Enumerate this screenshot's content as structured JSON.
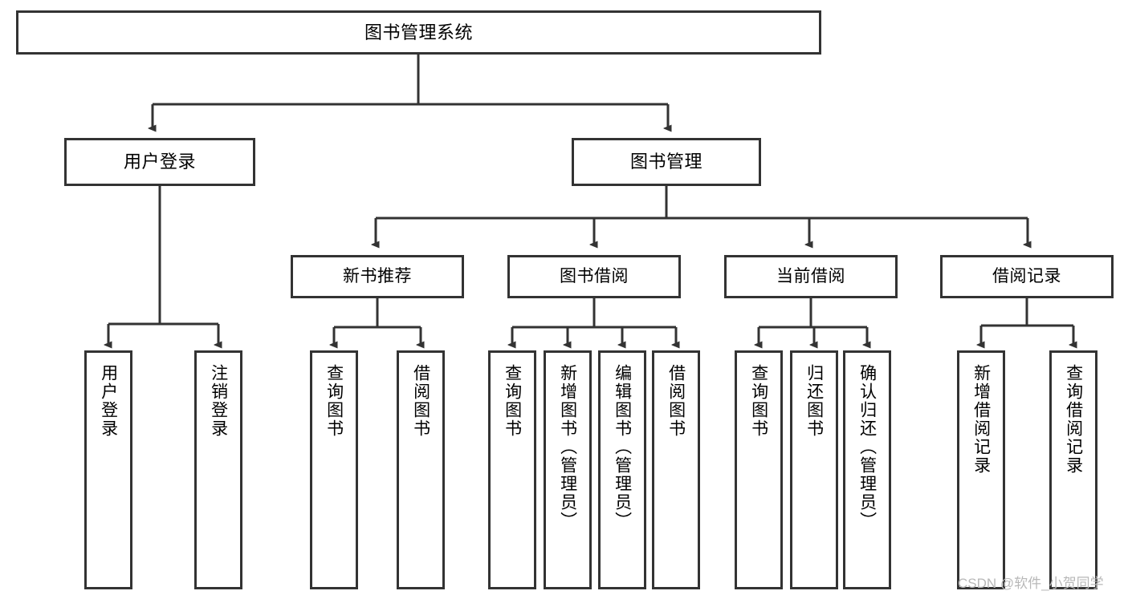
{
  "diagram": {
    "type": "tree",
    "orientation": "top-down",
    "title": "图书管理系统",
    "stroke_color": "#333333",
    "fill_color": "#ffffff",
    "text_color": "#000000",
    "nodes": {
      "root": {
        "label": "图书管理系统"
      },
      "level2": [
        {
          "id": "user-login",
          "label": "用户登录"
        },
        {
          "id": "book-management",
          "label": "图书管理"
        }
      ],
      "level3": [
        {
          "id": "new-book-recommend",
          "label": "新书推荐"
        },
        {
          "id": "book-borrow",
          "label": "图书借阅"
        },
        {
          "id": "current-borrow",
          "label": "当前借阅"
        },
        {
          "id": "borrow-record",
          "label": "借阅记录"
        }
      ],
      "leaves": {
        "user_login": [
          {
            "id": "leaf-user-login",
            "label": "用户登录"
          },
          {
            "id": "leaf-logout-login",
            "label": "注销登录"
          }
        ],
        "new_book_recommend": [
          {
            "id": "leaf-query-book-1",
            "label": "查询图书"
          },
          {
            "id": "leaf-borrow-book-1",
            "label": "借阅图书"
          }
        ],
        "book_borrow": [
          {
            "id": "leaf-query-book-2",
            "label": "查询图书"
          },
          {
            "id": "leaf-add-book",
            "label": "新增图书（管理员）"
          },
          {
            "id": "leaf-edit-book",
            "label": "编辑图书（管理员）"
          },
          {
            "id": "leaf-borrow-book-2",
            "label": "借阅图书"
          }
        ],
        "current_borrow": [
          {
            "id": "leaf-query-book-3",
            "label": "查询图书"
          },
          {
            "id": "leaf-return-book",
            "label": "归还图书"
          },
          {
            "id": "leaf-confirm-return",
            "label": "确认归还（管理员）"
          }
        ],
        "borrow_record": [
          {
            "id": "leaf-add-record",
            "label": "新增借阅记录"
          },
          {
            "id": "leaf-query-record",
            "label": "查询借阅记录"
          }
        ]
      }
    }
  },
  "watermark": {
    "text": "CSDN @软件_小贺同学",
    "color": "#b8b8b8"
  }
}
